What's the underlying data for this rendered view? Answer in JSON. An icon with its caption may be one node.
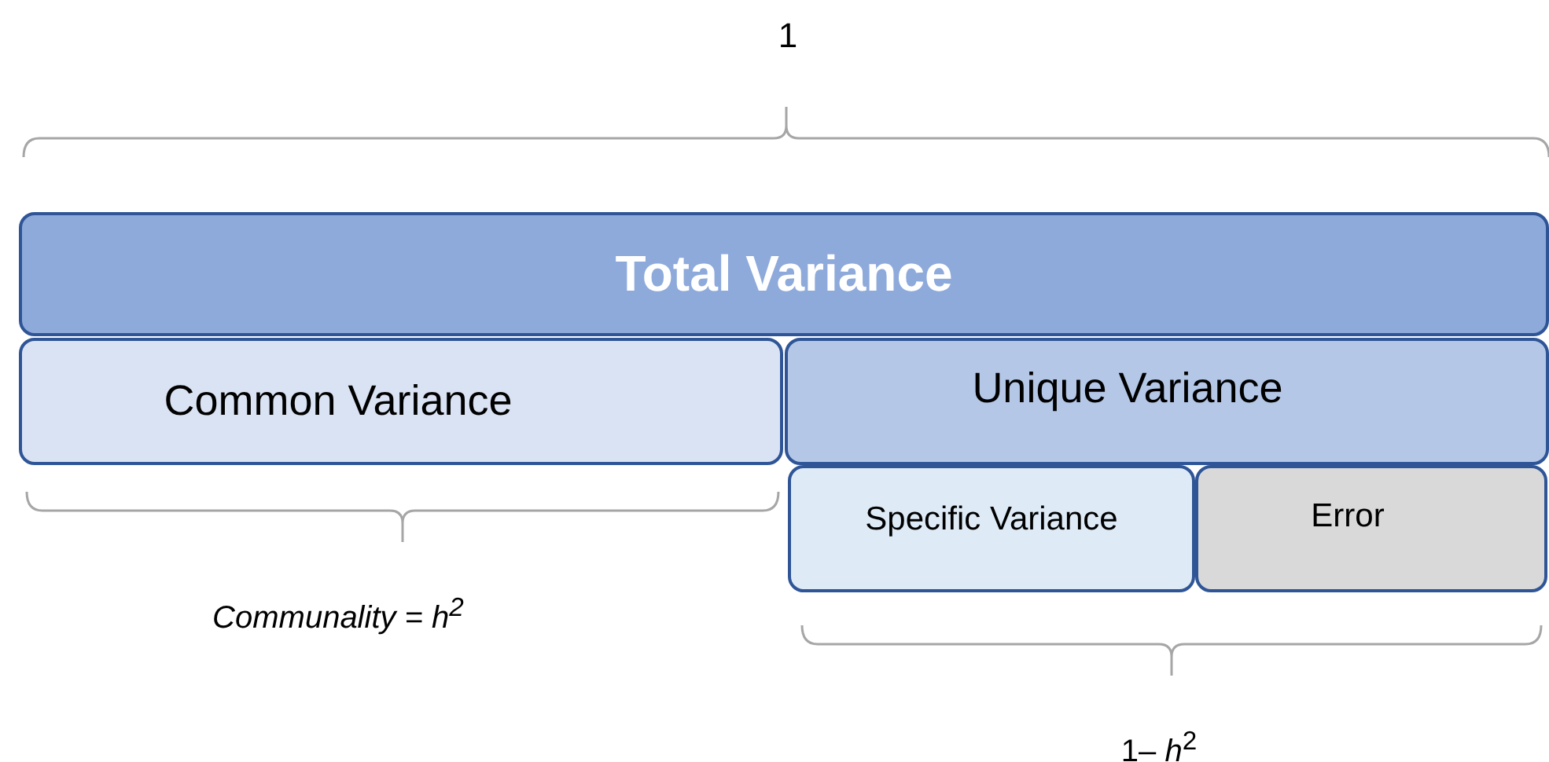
{
  "diagram": {
    "nodes": [
      {
        "text": [
          "Total Variance"
        ]
      },
      {
        "text": [
          "Common Variance"
        ]
      },
      {
        "text": [
          "Unique Variance"
        ]
      },
      {
        "text": [
          "Specific Variance"
        ]
      },
      {
        "text": [
          "Error"
        ]
      }
    ],
    "labels": [
      "1",
      "Communality = h$^{2}$",
      "1– *h*$^{2}$"
    ]
  }
}
